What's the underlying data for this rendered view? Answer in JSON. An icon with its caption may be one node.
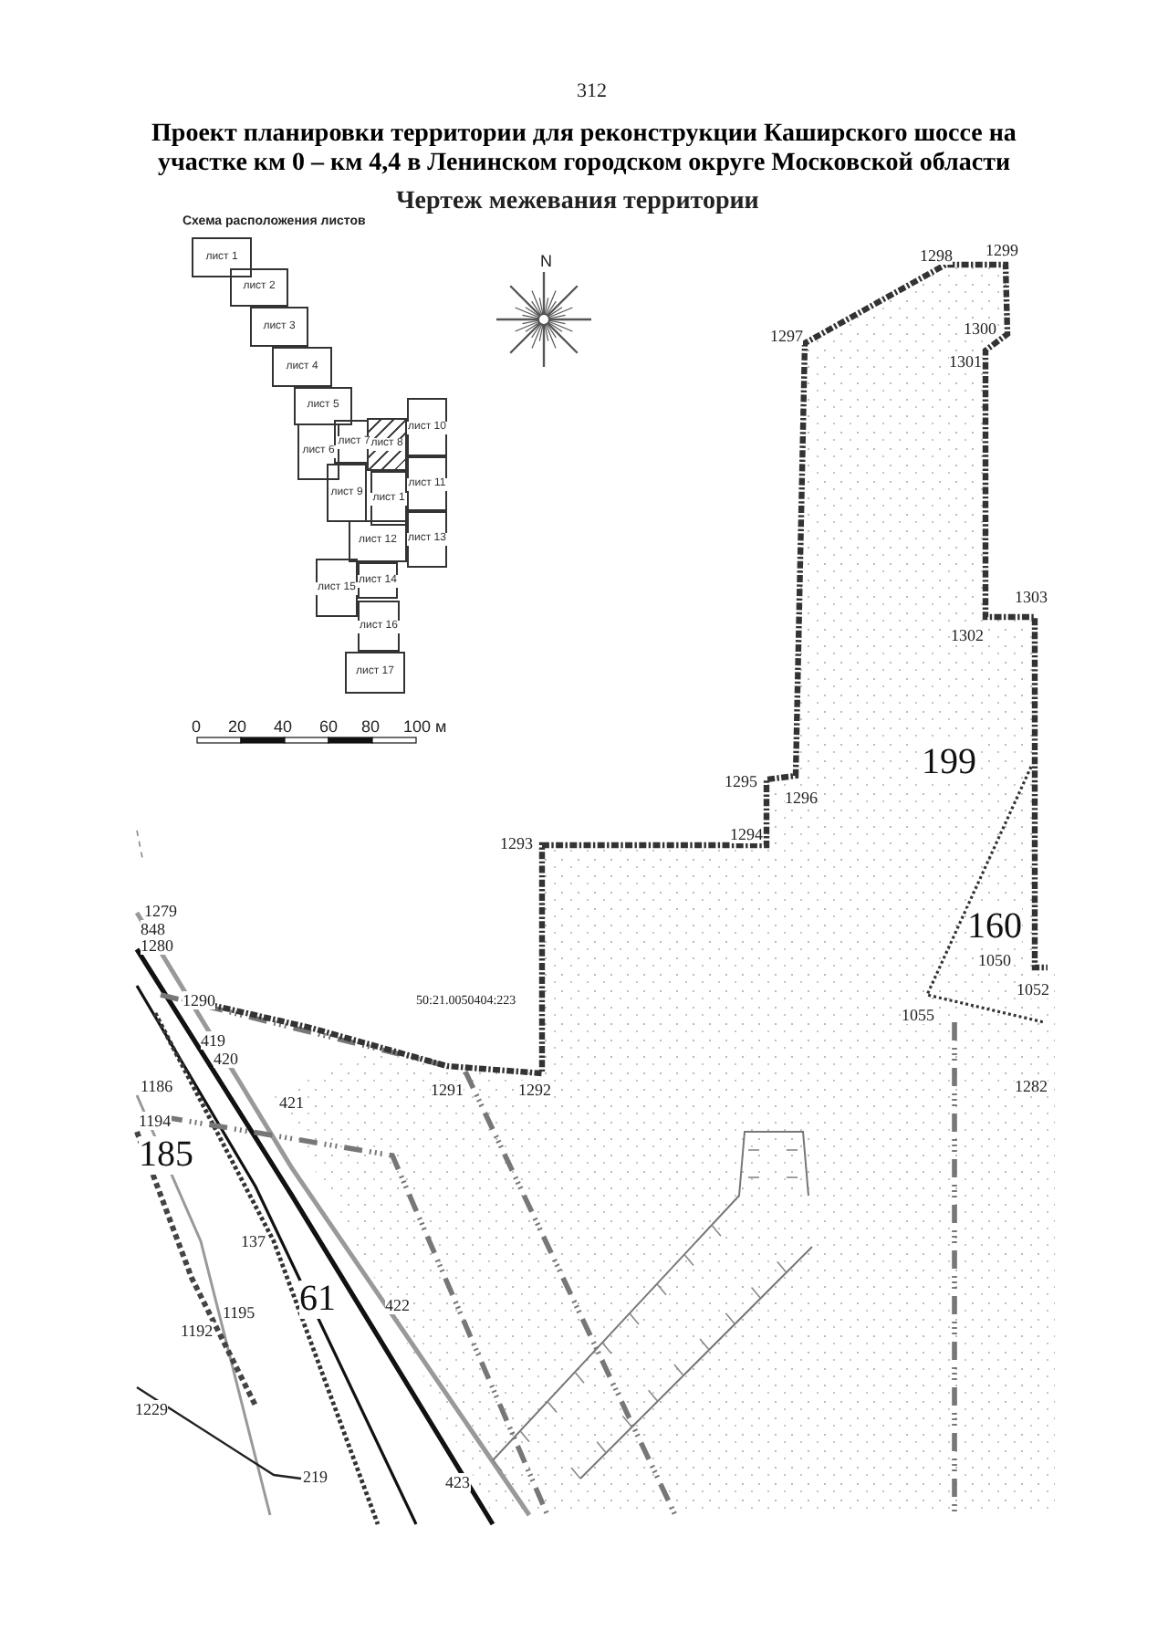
{
  "diagram": {
    "title": "Проект планировки территории для реконструкции Каширского шоссе на участке км 0 – км 4,4 в Ленинском городском округе Московской области",
    "nodes": [
      {
        "text": [
          "лист 1"
        ]
      },
      {
        "text": [
          "лист 2"
        ]
      },
      {
        "text": [
          "лист 3"
        ]
      },
      {
        "text": [
          "лист 4"
        ]
      },
      {
        "text": [
          "лист 5"
        ]
      },
      {
        "text": [
          "лист 6"
        ]
      },
      {
        "text": [
          "лист 7"
        ]
      },
      {
        "text": [
          "лист 8"
        ]
      },
      {
        "text": [
          "лист 10"
        ]
      },
      {
        "text": [
          "лист 9"
        ]
      },
      {
        "text": [
          "лист 1"
        ]
      },
      {
        "text": [
          "лист 11"
        ]
      },
      {
        "text": [
          "лист 12"
        ]
      },
      {
        "text": [
          "лист 13"
        ]
      },
      {
        "text": [
          "лист 15"
        ]
      },
      {
        "text": [
          "лист 14"
        ]
      },
      {
        "text": [
          "лист 16"
        ]
      },
      {
        "text": [
          "лист 17"
        ]
      }
    ],
    "labels": [
      "312",
      "Чертеж межевания территории",
      "Схема расположения листов",
      "N",
      "0",
      "20",
      "40",
      "60",
      "80",
      "100 м",
      "1298",
      "1299",
      "1297",
      "1300",
      "1301",
      "1303",
      "1302",
      "199",
      "1295",
      "1296",
      "1294",
      "1293",
      "160",
      "1050",
      "1052",
      "1055",
      "1282",
      "1279",
      "848",
      "1280",
      "1290",
      "50:21.0050404:223",
      "419",
      "420",
      "1186",
      "1291",
      "1292",
      "421",
      "1194",
      "185",
      "137",
      "61",
      "422",
      "1195",
      "1192",
      "1229",
      "219",
      "423"
    ]
  }
}
